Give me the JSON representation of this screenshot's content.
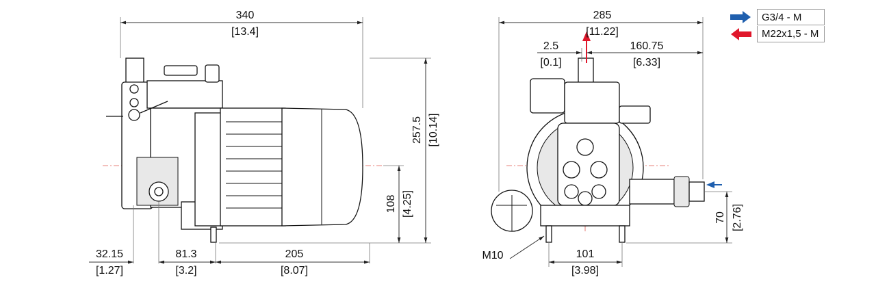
{
  "legend": [
    {
      "label": "G3/4 - M",
      "arrow": "blue-arrow-right-icon",
      "color": "#1f5fae"
    },
    {
      "label": "M22x1,5 - M",
      "arrow": "red-arrow-left-icon",
      "color": "#e0172b"
    }
  ],
  "side_view": {
    "overall_length": {
      "mm": "340",
      "in": "[13.4]"
    },
    "overall_height": {
      "mm": "257.5",
      "in": "[10.14]"
    },
    "shaft_height": {
      "mm": "108",
      "in": "[4.25]"
    },
    "bottom": [
      {
        "mm": "32.15",
        "in": "[1.27]"
      },
      {
        "mm": "81.3",
        "in": "[3.2]"
      },
      {
        "mm": "205",
        "in": "[8.07]"
      }
    ]
  },
  "front_view": {
    "overall_width": {
      "mm": "285",
      "in": "[11.22]"
    },
    "outlet_offset": {
      "mm": "2.5",
      "in": "[0.1]"
    },
    "inlet_offset": {
      "mm": "160.75",
      "in": "[6.33]"
    },
    "inlet_height": {
      "mm": "70",
      "in": "[2.76]"
    },
    "foot_spacing": {
      "mm": "101",
      "in": "[3.98]"
    },
    "thread_label": "M10"
  }
}
